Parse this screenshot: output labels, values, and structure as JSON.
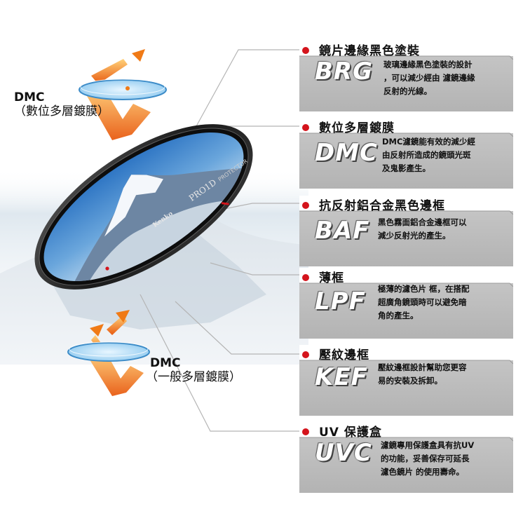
{
  "dmc_top": {
    "abbr": "DMC",
    "label": "（數位多層鍍膜）"
  },
  "dmc_bottom": {
    "abbr": "DMC",
    "label": "（一般多層鍍膜）"
  },
  "filter": {
    "brand": "Kenko",
    "model": "PRO1D",
    "suffix": "PROTECTOR"
  },
  "features": [
    {
      "title": "鏡片邊緣黑色塗裝",
      "abbr": "BRG",
      "desc": [
        "玻璃邊緣黑色塗裝的設計",
        "，可以減少經由 濾鏡邊緣",
        "反射的光線。"
      ]
    },
    {
      "title": "數位多層鍍膜",
      "abbr": "DMC",
      "desc": [
        "DMC濾鏡能有效的減少經",
        "由反射所造成的鏡頭光斑",
        "及鬼影產生。"
      ]
    },
    {
      "title": "抗反射鋁合金黑色邊框",
      "abbr": "BAF",
      "desc": [
        "黑色霧面鋁合金邊框可以",
        "減少反射光的產生。"
      ]
    },
    {
      "title": "薄框",
      "abbr": "LPF",
      "desc": [
        "極薄的濾色片 框，在搭配",
        "超廣角鏡頭時可以避免暗",
        "角的產生。"
      ]
    },
    {
      "title": "壓紋邊框",
      "abbr": "KEF",
      "desc": [
        "壓紋邊框設計幫助您更容",
        "易的安裝及拆卸。"
      ]
    },
    {
      "title": "UV 保護盒",
      "abbr": "UVC",
      "desc": [
        "濾鏡專用保護盒具有抗UV",
        "的功能，妥善保存可延長",
        "濾色鏡片 的使用壽命。"
      ]
    }
  ],
  "colors": {
    "accent_red": "#d4141c",
    "panel_gray": "#bdbdbd",
    "arrow_orange": "#f07a16",
    "disc_blue": "#a9d6f3"
  }
}
